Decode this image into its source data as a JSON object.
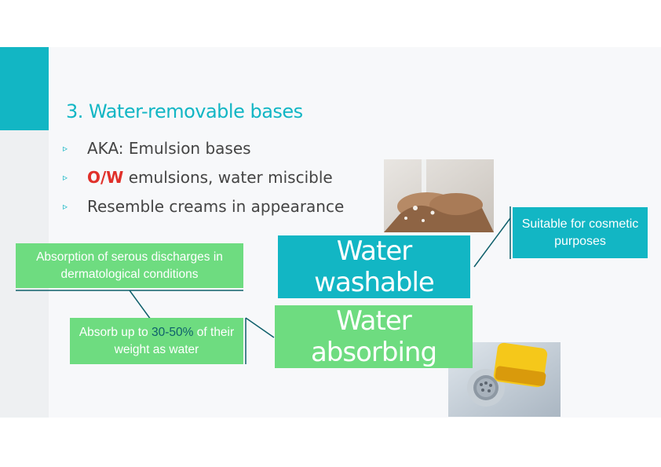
{
  "slide": {
    "title": "3. Water-removable bases",
    "bullets": [
      {
        "pre": "",
        "highlight": "",
        "text": "AKA: Emulsion bases"
      },
      {
        "pre": "",
        "highlight": "O/W",
        "text": " emulsions, water miscible"
      },
      {
        "pre": "",
        "highlight": "",
        "text": "Resemble creams in appearance"
      }
    ],
    "bullet_marker": "▹"
  },
  "boxes": {
    "water_washable": "Water washable",
    "water_absorbing": "Water absorbing",
    "suitable_for": "Suitable for cosmetic purposes",
    "absorption_serous": "Absorption of serous discharges in dermatological conditions",
    "absorb_pre": "Absorb up to ",
    "absorb_highlight": "30-50%",
    "absorb_post": " of their weight as water"
  },
  "images": {
    "hands_photo": "hands-washing-photo",
    "sponge_photo": "sponge-sink-photo"
  },
  "colors": {
    "accent": "#12b6c4",
    "green": "#6edc80",
    "red": "#e0302a",
    "line": "#0e5f6b"
  }
}
